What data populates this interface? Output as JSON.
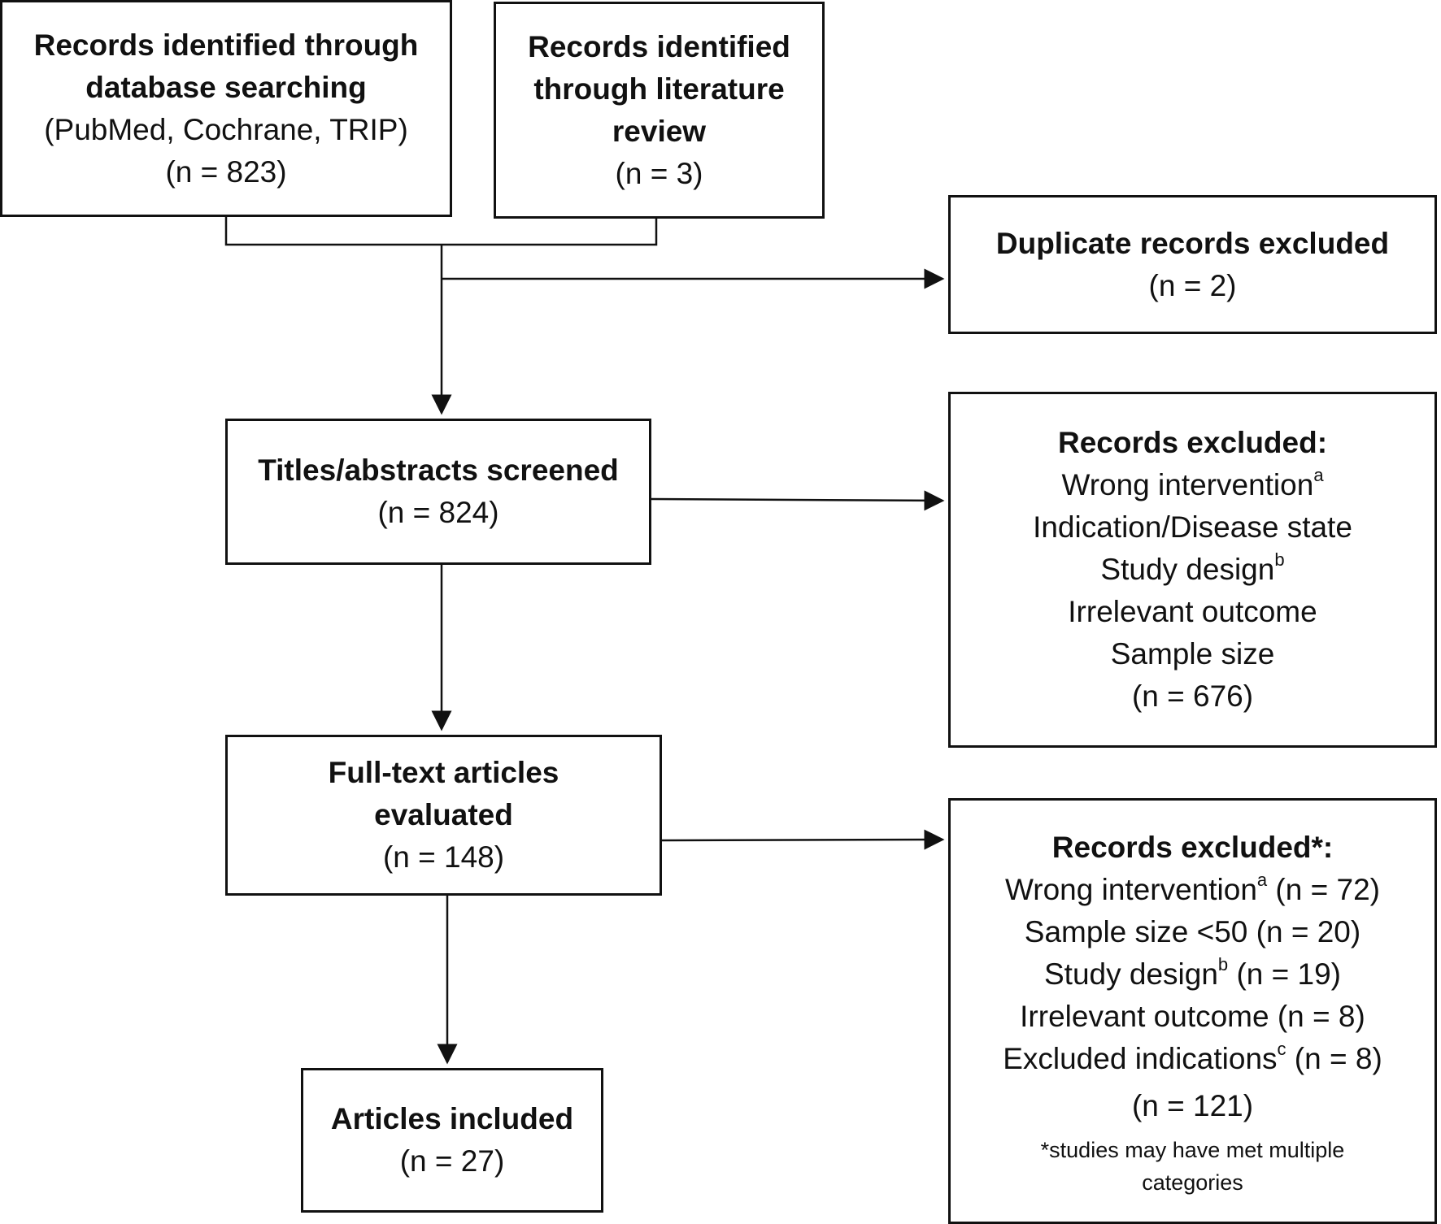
{
  "boxes": {
    "database": {
      "title_1": "Records identified through",
      "title_2": "database searching",
      "sub": "(PubMed, Cochrane, TRIP)",
      "n": "(n = 823)"
    },
    "literature": {
      "title_1": "Records identified",
      "title_2": "through literature",
      "title_3": "review",
      "n": "(n = 3)"
    },
    "duplicates": {
      "title": "Duplicate records excluded",
      "n": "(n = 2)"
    },
    "screened": {
      "title": "Titles/abstracts screened",
      "n": "(n = 824)"
    },
    "excluded_screen": {
      "title": "Records excluded:",
      "reasons": [
        "Wrong intervention",
        "Indication/Disease state",
        "Study design",
        "Irrelevant outcome",
        "Sample size"
      ],
      "sup_a": "a",
      "sup_b": "b",
      "n": "(n = 676)"
    },
    "fulltext": {
      "title_1": "Full-text articles",
      "title_2": "evaluated",
      "n": "(n = 148)"
    },
    "excluded_fulltext": {
      "title": "Records excluded*:",
      "reason_1": "Wrong intervention",
      "reason_1_sup": "a",
      "reason_1_n": " (n = 72)",
      "reason_2": "Sample size <50 (n = 20)",
      "reason_3": "Study design",
      "reason_3_sup": "b",
      "reason_3_n": " (n = 19)",
      "reason_4": "Irrelevant outcome (n = 8)",
      "reason_5": "Excluded indications",
      "reason_5_sup": "c",
      "reason_5_n": " (n = 8)",
      "n": "(n = 121)",
      "note_1": "*studies may have met multiple",
      "note_2": "categories"
    },
    "included": {
      "title": "Articles included",
      "n": "(n = 27)"
    }
  }
}
